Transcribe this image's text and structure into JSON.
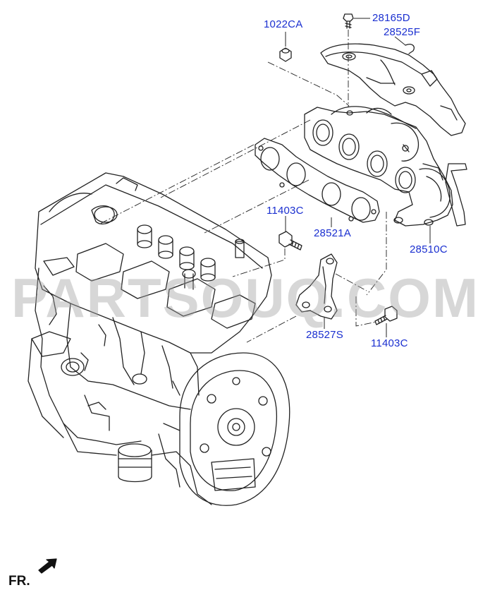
{
  "watermark": "PARTSOUQ.COM",
  "front_marker": {
    "label": "FR."
  },
  "colors": {
    "label_color": "#1a2fd0",
    "line_color": "#222222"
  },
  "parts": [
    {
      "id": "10220CA",
      "label": "1022CA"
    },
    {
      "id": "28165D",
      "label": "28165D"
    },
    {
      "id": "28525F",
      "label": "28525F"
    },
    {
      "id": "11403C_upper",
      "label": "11403C"
    },
    {
      "id": "28521A",
      "label": "28521A"
    },
    {
      "id": "28510C",
      "label": "28510C"
    },
    {
      "id": "28527S",
      "label": "28527S"
    },
    {
      "id": "11403C_lower",
      "label": "11403C"
    }
  ]
}
